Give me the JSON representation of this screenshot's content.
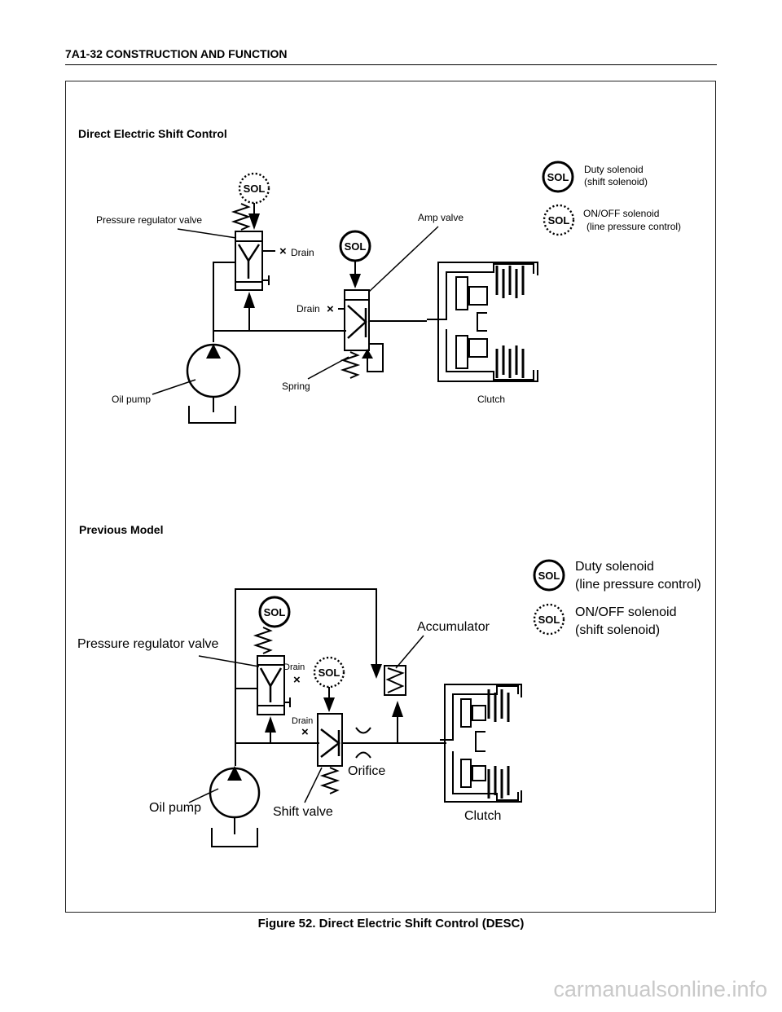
{
  "header": {
    "title": "7A1-32  CONSTRUCTION AND FUNCTION"
  },
  "caption": "Figure 52. Direct Electric Shift Control (DESC)",
  "watermark": "carmanualsonline.info",
  "desc_section": {
    "title": "Direct Electric Shift Control",
    "labels": {
      "pressure_regulator_valve": "Pressure regulator valve",
      "drain_1": "Drain",
      "drain_2": "Drain",
      "amp_valve": "Amp valve",
      "spring": "Spring",
      "oil_pump": "Oil pump",
      "clutch": "Clutch"
    },
    "legend": {
      "duty_line1": "Duty solenoid",
      "duty_line2": "(shift solenoid)",
      "onoff_line1": "ON/OFF solenoid",
      "onoff_line2": "(line pressure control)"
    }
  },
  "prev_section": {
    "title": "Previous Model",
    "labels": {
      "pressure_regulator_valve": "Pressure regulator valve",
      "drain_1": "Drain",
      "drain_2": "Drain",
      "accumulator": "Accumulator",
      "orifice": "Orifice",
      "shift_valve": "Shift valve",
      "oil_pump": "Oil pump",
      "clutch": "Clutch"
    },
    "legend": {
      "duty_line1": "Duty solenoid",
      "duty_line2": "(line pressure control)",
      "onoff_line1": "ON/OFF solenoid",
      "onoff_line2": "(shift solenoid)"
    }
  },
  "sol_label": "SOL"
}
